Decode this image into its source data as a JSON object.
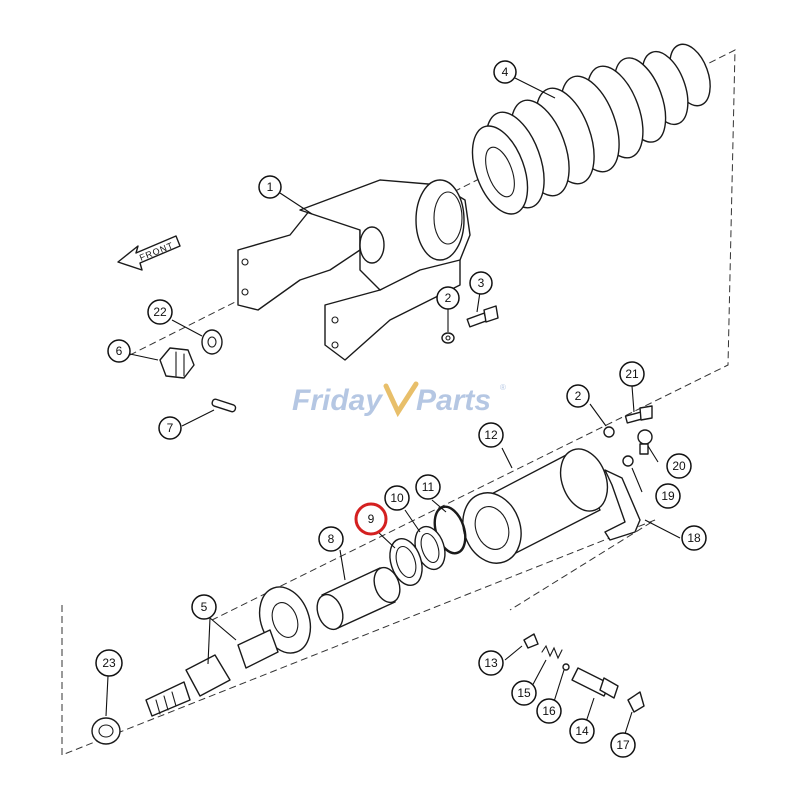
{
  "front_label": "FRONT",
  "watermark": {
    "brand_part1": "Friday",
    "brand_part2": "Parts",
    "registered": "®",
    "accent_color": "#e5b451",
    "main_color": "#a9bedf"
  },
  "highlight_color": "#d42020",
  "callouts": {
    "c1": "1",
    "c2a": "2",
    "c2b": "2",
    "c3": "3",
    "c4": "4",
    "c5": "5",
    "c6": "6",
    "c7": "7",
    "c8": "8",
    "c9": "9",
    "c10": "10",
    "c11": "11",
    "c12": "12",
    "c13": "13",
    "c14": "14",
    "c15": "15",
    "c16": "16",
    "c17": "17",
    "c18": "18",
    "c19": "19",
    "c20": "20",
    "c21": "21",
    "c22": "22",
    "c23": "23"
  },
  "highlighted_callout": "9"
}
